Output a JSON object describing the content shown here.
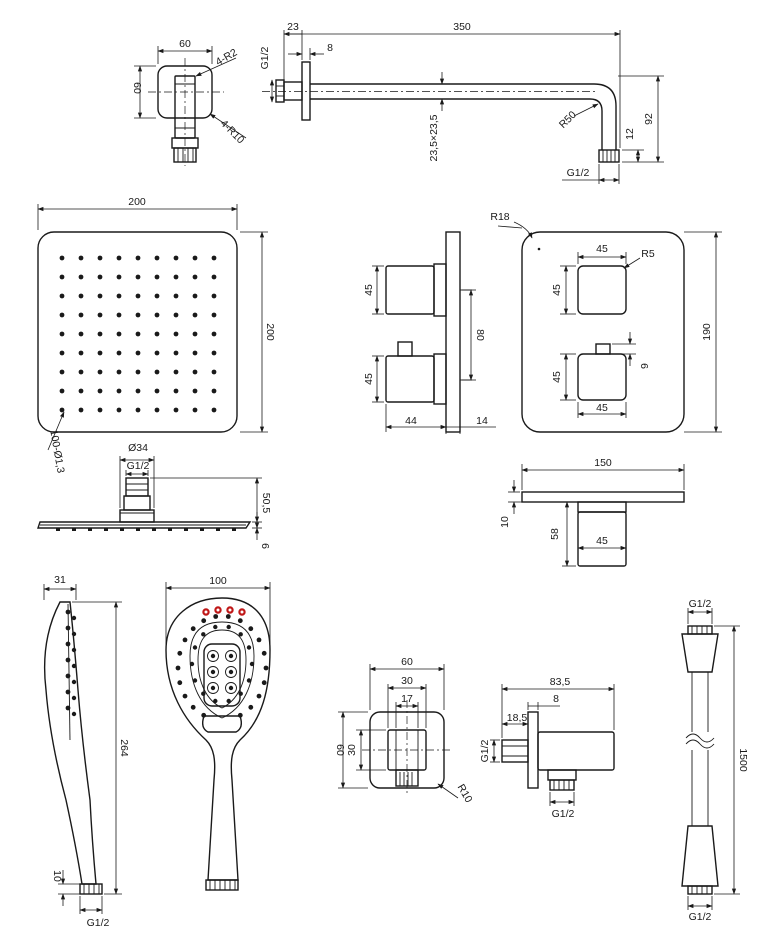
{
  "labels": {
    "arm_thread": "G1/2",
    "arm_offset": "23",
    "arm_length": "350",
    "arm_flange": "8",
    "arm_tube": "23,5×23,5",
    "arm_radius": "R50",
    "arm_drop": "92",
    "arm_tip": "12",
    "arm_outlet_thread": "G1/2",
    "flange_width": "60",
    "flange_height": "60",
    "flange_r2": "4-R2",
    "flange_r10": "4-R10",
    "head_size": "200",
    "head_height": "200",
    "head_nozzles": "100-Ø1,3",
    "head_conn_dia": "Ø34",
    "head_conn_thread": "G1/2",
    "head_profile_h": "50,5",
    "head_thickness": "6",
    "mixer_side_top": "45",
    "mixer_side_bottom": "45",
    "mixer_side_pitch": "80",
    "mixer_side_depth": "44",
    "mixer_plate_depth": "14",
    "plate_r18": "R18",
    "plate_knob_w1": "45",
    "plate_knob_r": "R5",
    "plate_knob_h1": "45",
    "plate_height": "190",
    "plate_knob_h2": "45",
    "plate_knob_w2": "45",
    "plate_pin": "6",
    "plate_top_width": "150",
    "plate_top_thick": "10",
    "plate_top_depth": "58",
    "plate_top_knob": "45",
    "hand_side_w": "31",
    "hand_length": "264",
    "hand_neck": "10",
    "hand_side_thread": "G1/2",
    "hand_width": "100",
    "outlet_width": "60",
    "outlet_inner_w": "30",
    "outlet_hole": "17",
    "outlet_height": "60",
    "outlet_inner_h": "30",
    "outlet_r10": "R10",
    "outlet_length": "83,5",
    "outlet_flange": "8",
    "outlet_offset": "18,5",
    "outlet_in_thread": "G1/2",
    "outlet_out_thread": "G1/2",
    "hose_thread_top": "G1/2",
    "hose_length": "1500",
    "hose_thread_bottom": "G1/2"
  }
}
